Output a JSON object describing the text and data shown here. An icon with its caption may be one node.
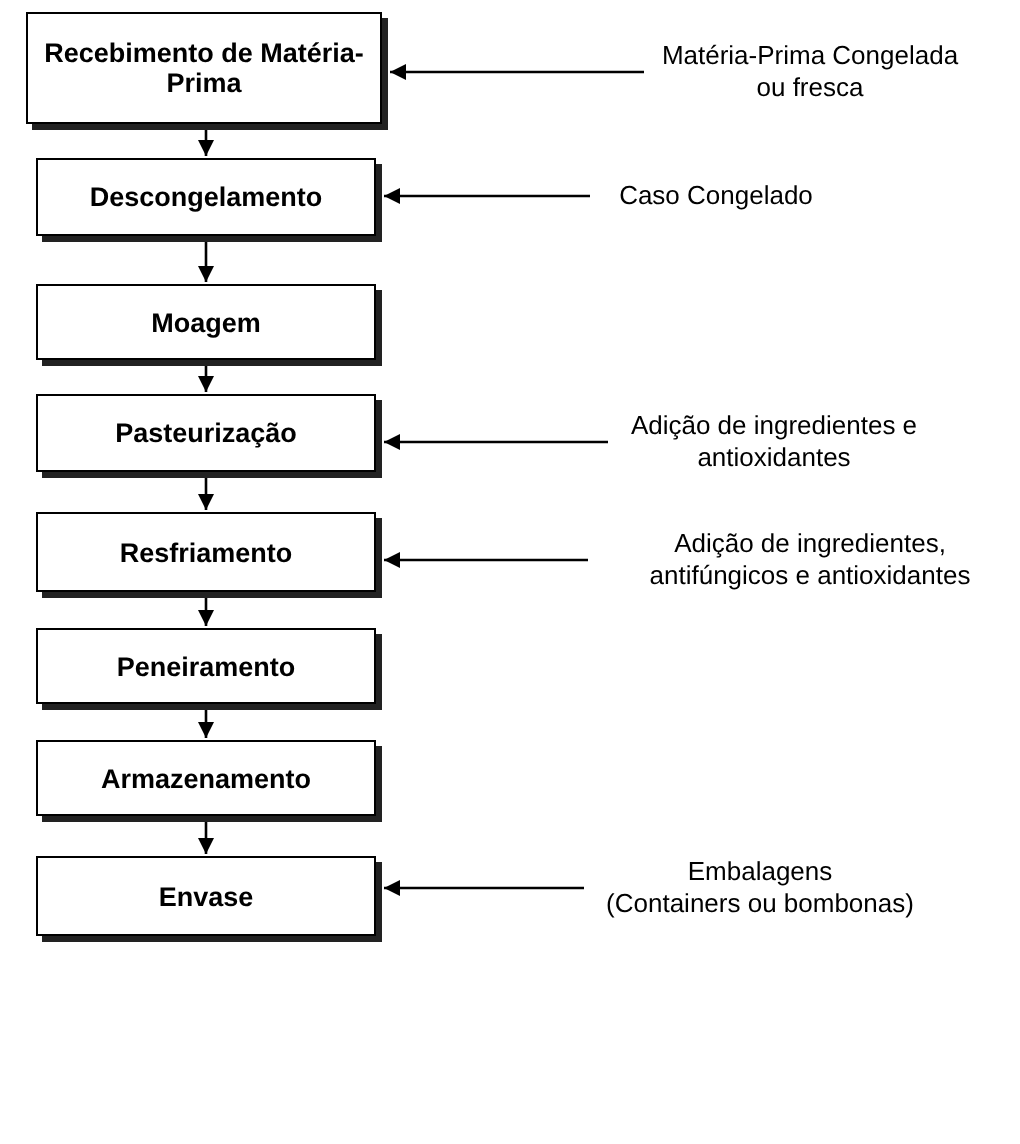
{
  "diagram": {
    "nodes": [
      {
        "text": [
          "Recebimento de Matéria-Prima"
        ]
      },
      {
        "text": [
          "Matéria-Prima Congelada ou fresca"
        ]
      },
      {
        "text": [
          "Descongelamento"
        ]
      },
      {
        "text": [
          "Caso Congelado"
        ]
      },
      {
        "text": [
          "Moagem"
        ]
      },
      {
        "text": [
          "Pasteurização"
        ]
      },
      {
        "text": [
          "Adição de ingredientes e antioxidantes"
        ]
      },
      {
        "text": [
          "Resfriamento"
        ]
      },
      {
        "text": [
          "Adição de ingredientes, antifúngicos e antioxidantes"
        ]
      },
      {
        "text": [
          "Peneiramento"
        ]
      },
      {
        "text": [
          "Armazenamento"
        ]
      },
      {
        "text": [
          "Envase"
        ]
      },
      {
        "text": [
          "Embalagens (Containers ou bombonas)"
        ]
      }
    ],
    "edges": [
      {
        "from": 0,
        "to": 2,
        "arrow": "to"
      },
      {
        "from": 2,
        "to": 4,
        "arrow": "to"
      },
      {
        "from": 4,
        "to": 5,
        "arrow": "to"
      },
      {
        "from": 5,
        "to": 7,
        "arrow": "to"
      },
      {
        "from": 7,
        "to": 9,
        "arrow": "to"
      },
      {
        "from": 9,
        "to": 10,
        "arrow": "to"
      },
      {
        "from": 10,
        "to": 11,
        "arrow": "to"
      },
      {
        "from": 1,
        "to": 0,
        "arrow": "to"
      },
      {
        "from": 3,
        "to": 2,
        "arrow": "to"
      },
      {
        "from": 6,
        "to": 5,
        "arrow": "to"
      },
      {
        "from": 8,
        "to": 7,
        "arrow": "to"
      },
      {
        "from": 12,
        "to": 11,
        "arrow": "to"
      }
    ]
  }
}
